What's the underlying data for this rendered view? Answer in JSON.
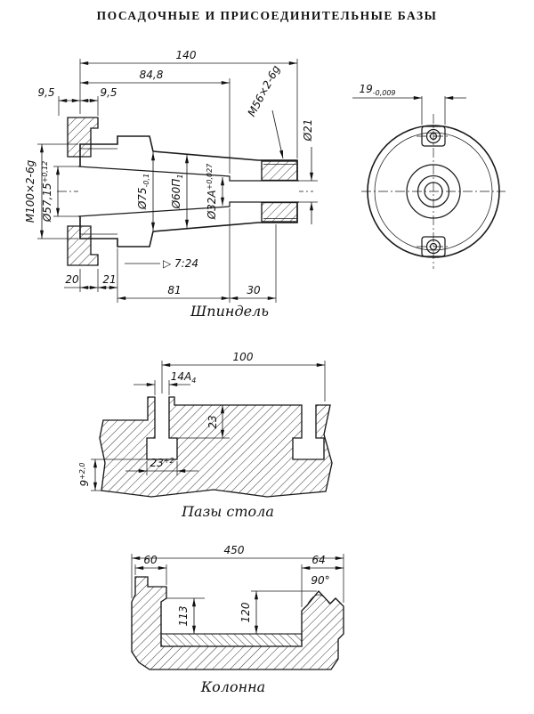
{
  "title": "ПОСАДОЧНЫЕ И ПРИСОЕДИНИТЕЛЬНЫЕ БАЗЫ",
  "colors": {
    "ink": "#1a1a1a",
    "paper": "#ffffff"
  },
  "spindle": {
    "caption": "Шпиндель",
    "dims": {
      "overall_length": "140",
      "taper_length": "84,8",
      "offset_left": "9,5",
      "offset_right": "9,5",
      "thread_right": "M56×2-6g",
      "bore_right": "Ø21",
      "thread_left": "M100×2-6g",
      "taper_large_dia": {
        "main": "Ø57,15",
        "sup": "+0,12"
      },
      "journal_dia": {
        "main": "Ø75",
        "sub": "-0,1"
      },
      "neck_dia": {
        "main": "Ø60П",
        "sub": "1"
      },
      "bore_dia": {
        "main": "Ø32А",
        "sup": "+0,027"
      },
      "taper_ratio": "▷ 7:24",
      "len_20": "20",
      "len_21": "21",
      "len_81": "81",
      "len_30": "30"
    }
  },
  "end_view": {
    "key_width": {
      "main": "19",
      "sub": "-0,009"
    }
  },
  "table": {
    "caption": "Пазы стола",
    "dims": {
      "slot_spacing": "100",
      "slot_width": {
        "main": "14А",
        "sub": "4"
      },
      "slot_depth": "23",
      "tslot_width": {
        "main": "23",
        "sup": "+2"
      },
      "ledge_height": {
        "main": "9",
        "sup": "+2,0"
      }
    }
  },
  "column": {
    "caption": "Колонна",
    "dims": {
      "overall_width": "450",
      "left_guide": "60",
      "right_guide": "64",
      "guide_angle": "90°",
      "height_left": "113",
      "height_right": "120"
    }
  }
}
